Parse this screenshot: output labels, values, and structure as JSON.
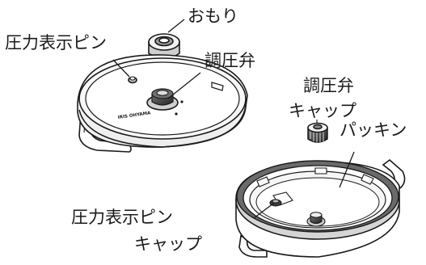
{
  "labels": {
    "omori": "おもり",
    "pressure_pin": "圧力表示ピン",
    "regulator_valve": "調圧弁",
    "regulator_cap_line1": "調圧弁",
    "regulator_cap_line2": "キャップ",
    "packing": "パッキン",
    "pin_cap_line1": "圧力表示ピン",
    "pin_cap_line2": "キャップ"
  },
  "brand_mark": "IRIS OHYAMA",
  "colors": {
    "ink": "#1a1a1a",
    "paper": "#ffffff",
    "shade": "#d8d8d8",
    "mid": "#9a9a9a"
  }
}
